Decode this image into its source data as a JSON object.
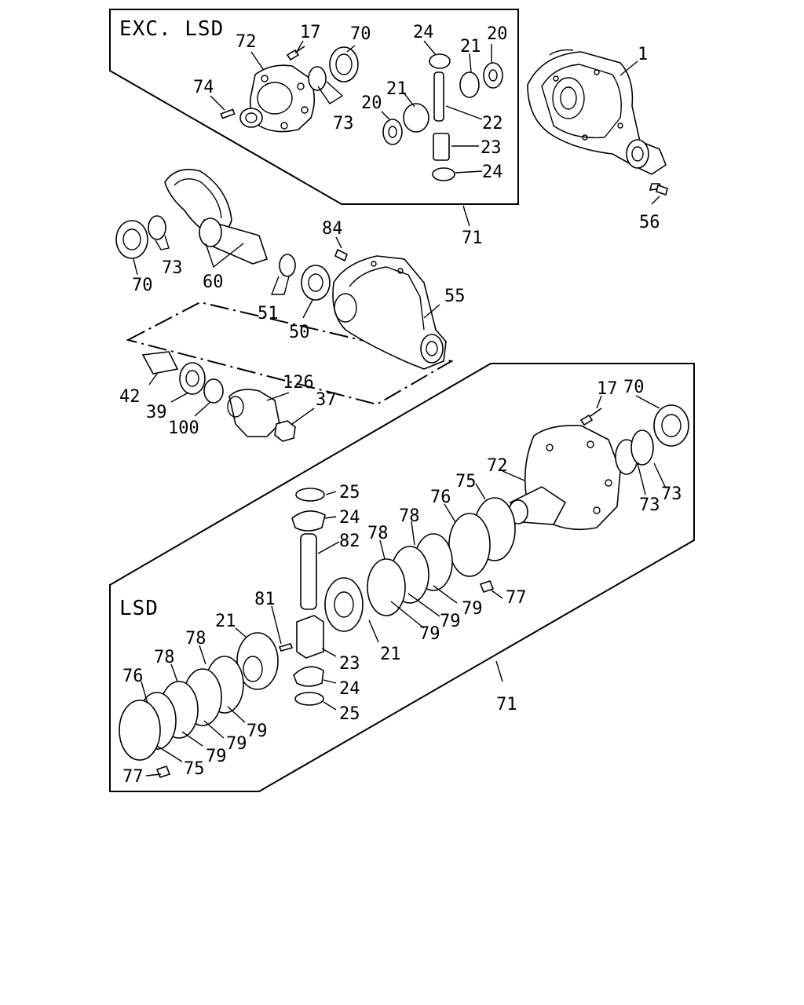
{
  "sections": {
    "top": "EXC. LSD",
    "bottom": "LSD"
  },
  "callouts": [
    "1",
    "17",
    "70",
    "72",
    "74",
    "73",
    "24",
    "20",
    "21",
    "20",
    "21",
    "22",
    "23",
    "24",
    "71",
    "56",
    "84",
    "70",
    "73",
    "60",
    "51",
    "50",
    "55",
    "42",
    "39",
    "100",
    "126",
    "37",
    "17",
    "70",
    "25",
    "24",
    "82",
    "78",
    "78",
    "76",
    "75",
    "72",
    "73",
    "73",
    "77",
    "79",
    "79",
    "79",
    "21",
    "23",
    "24",
    "25",
    "71",
    "81",
    "21",
    "78",
    "78",
    "76",
    "79",
    "79",
    "79",
    "75",
    "77"
  ]
}
